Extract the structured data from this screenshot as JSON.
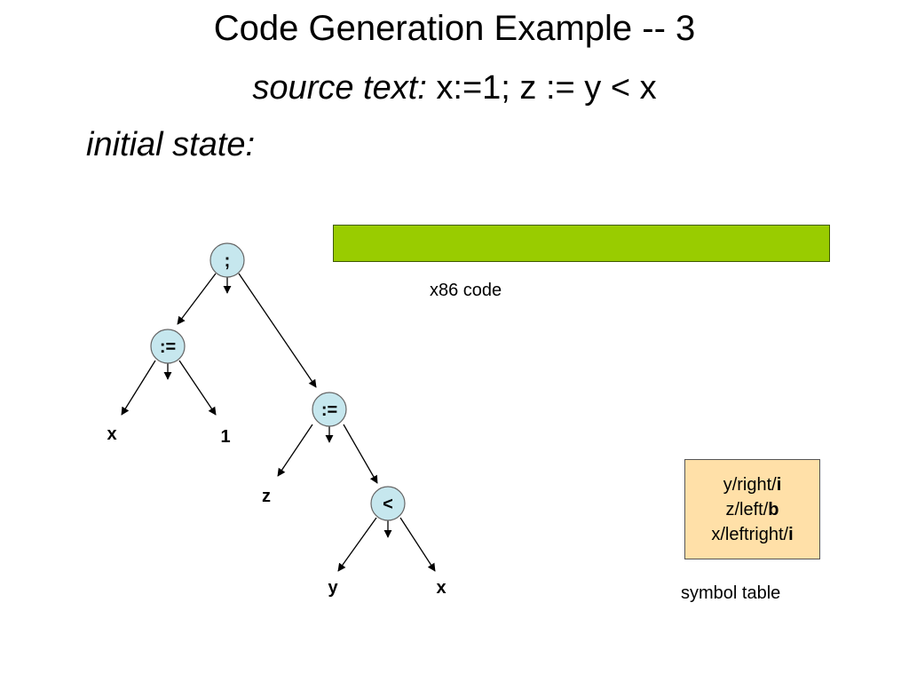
{
  "title": "Code Generation Example -- 3",
  "source": {
    "label": "source text:",
    "text": " x:=1; z := y < x"
  },
  "initial_state_label": "initial state:",
  "code_area": {
    "caption": "x86 code",
    "color": "#99cc00"
  },
  "symbol_table": {
    "caption": "symbol table",
    "background": "#ffe0a8",
    "entries": [
      {
        "prefix": "y/right/",
        "type": "i"
      },
      {
        "prefix": "z/left/",
        "type": "b"
      },
      {
        "prefix": "x/leftright/",
        "type": "i"
      }
    ]
  },
  "tree": {
    "node_color": "#c6e7ee",
    "nodes": {
      "root": ";",
      "assign1": ":=",
      "assign2": ":=",
      "less": "<"
    },
    "leaves": {
      "x1": "x",
      "one": "1",
      "z": "z",
      "y": "y",
      "x2": "x"
    }
  }
}
